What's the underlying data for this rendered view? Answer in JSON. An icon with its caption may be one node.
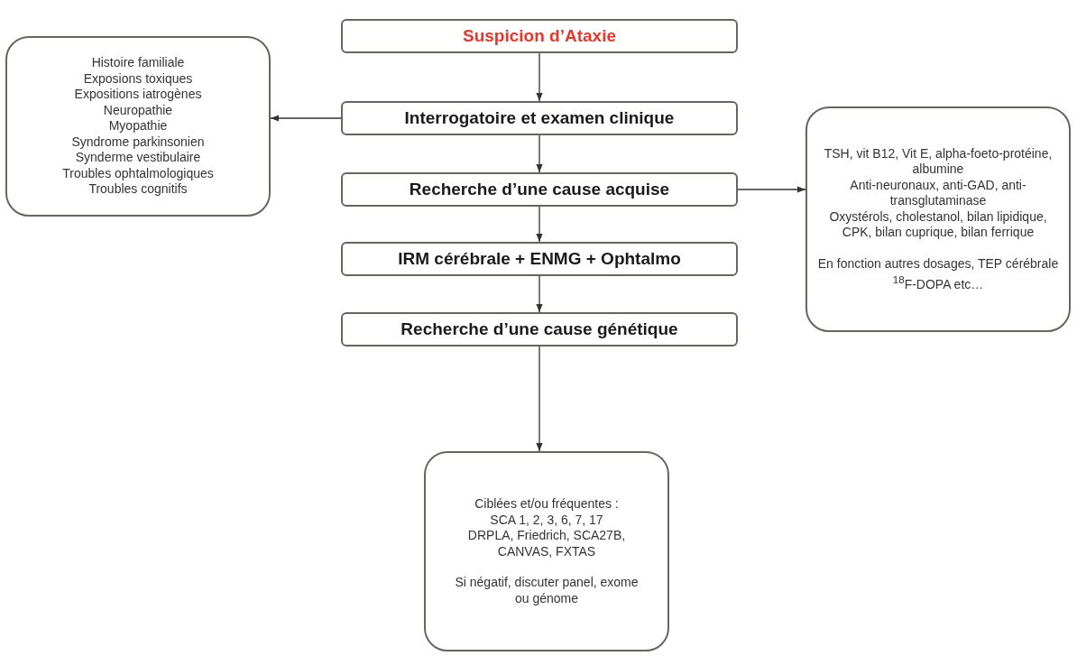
{
  "diagram": {
    "nodes": [
      {
        "text": [
          "Suspicion d’Ataxie"
        ]
      },
      {
        "text": [
          "Histoire familiale",
          "Exposions toxiques",
          "Expositions iatrogènes",
          "Neuropathie",
          "Myopathie",
          "Syndrome parkinsonien",
          "Synderme vestibulaire",
          "Troubles ophtalmologiques",
          "Troubles cognitifs"
        ]
      },
      {
        "text": [
          "Interrogatoire et examen clinique"
        ]
      },
      {
        "text": [
          "TSH, vit B12, Vit E, alpha-foeto-protéine, albumine",
          "Anti-neuronaux, anti-GAD, anti-transglutaminase",
          "Oxystérols, cholestanol, bilan lipidique, CPK, bilan cuprique, bilan ferrique",
          "En fonction autres dosages, TEP cérébrale $^{18}$F-DOPA etc…"
        ]
      },
      {
        "text": [
          "Recherche d’une cause acquise"
        ]
      },
      {
        "text": [
          "IRM cérébrale + ENMG + Ophtalmo"
        ]
      },
      {
        "text": [
          "Recherche d’une cause génétique"
        ]
      },
      {
        "text": [
          "Ciblées et/ou fréquentes :",
          "SCA 1, 2, 3, 6, 7, 17",
          "DRPLA, Friedrich, SCA27B, CANVAS, FXTAS",
          "Si négatif, discuter panel, exome ou génome"
        ]
      }
    ],
    "edges": [
      {
        "from": 0,
        "to": 2,
        "arrow": "to"
      },
      {
        "from": 2,
        "to": 1,
        "arrow": "to"
      },
      {
        "from": 2,
        "to": 4,
        "arrow": "to"
      },
      {
        "from": 4,
        "to": 3,
        "arrow": "to"
      },
      {
        "from": 4,
        "to": 5,
        "arrow": "to"
      },
      {
        "from": 5,
        "to": 6,
        "arrow": "to"
      },
      {
        "from": 6,
        "to": 7,
        "arrow": "to"
      }
    ]
  }
}
